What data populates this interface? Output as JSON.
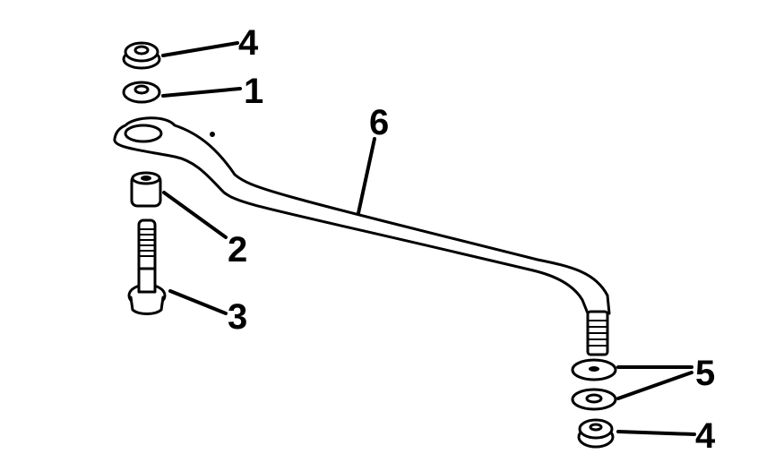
{
  "callouts": {
    "nut_top": "4",
    "nut_small": "1",
    "spacer": "2",
    "bolt": "3",
    "washers": "5",
    "tie_rod": "6",
    "nut_bottom": "4"
  },
  "colors": {
    "line": "#000000",
    "background": "#ffffff"
  }
}
